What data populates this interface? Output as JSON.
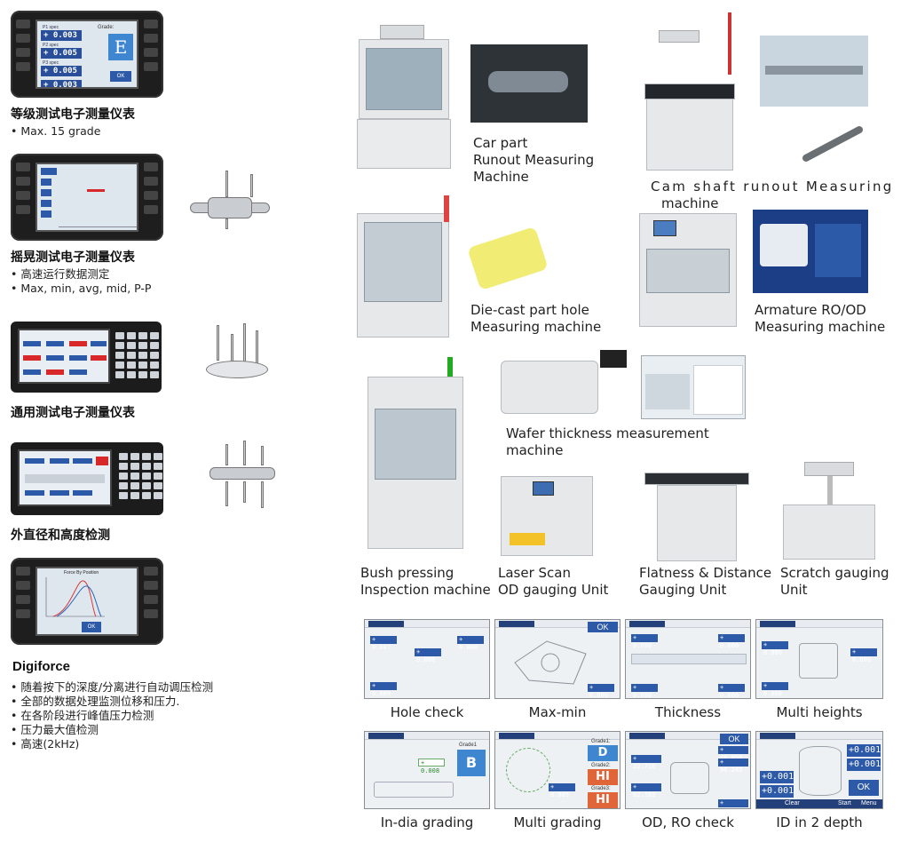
{
  "left": {
    "s1": {
      "title": "等级测试电子测量仪表",
      "bullets": [
        "Max. 15 grade"
      ],
      "device": {
        "header": "Grade:",
        "grade": "E",
        "readouts": [
          "+ 0.003",
          "+ 0.005",
          "+ 0.005",
          "+ 0.003"
        ],
        "button": "OK"
      }
    },
    "s2": {
      "title": "摇晃测试电子测量仪表",
      "bullets": [
        "高速运行数据测定",
        "Max, min, avg, mid, P-P"
      ]
    },
    "s3": {
      "title": "通用测试电子测量仪表"
    },
    "s4": {
      "title": "外直径和高度检测"
    },
    "s5": {
      "title": "Digiforce",
      "device": {
        "header": "Force By Position",
        "button": "OK"
      },
      "bullets": [
        "随着按下的深度/分离进行自动调压检测",
        "全部的数据处理监测位移和压力.",
        "在各阶段进行峰值压力检测",
        "压力最大值检测",
        "高速(2kHz)"
      ]
    }
  },
  "machines": {
    "car_runout": "Car part\nRunout Measuring\nMachine",
    "cam_shaft": "Cam shaft runout Measuring",
    "cam_shaft_2": "machine",
    "die_cast": "Die-cast part hole\nMeasuring machine",
    "armature": "Armature RO/OD\nMeasuring machine",
    "wafer": "Wafer thickness measurement\nmachine",
    "bush": "Bush pressing\nInspection machine",
    "laser": "Laser Scan\nOD gauging Unit",
    "flatness": "Flatness & Distance\nGauging Unit",
    "scratch": "Scratch gauging\nUnit"
  },
  "screens": {
    "row1": [
      {
        "caption": "Hole check",
        "values": [
          "+ 0.007",
          "+ 0.008",
          "+ 0.006",
          "+ 0.009"
        ]
      },
      {
        "caption": "Max-min",
        "button": "OK",
        "values": [
          "+ 0.000"
        ]
      },
      {
        "caption": "Thickness",
        "values": [
          "+ 0.000",
          "+ 0.000",
          "+ 0.000",
          "+ 0.000"
        ]
      },
      {
        "caption": "Multi heights",
        "values": [
          "+ 0.000",
          "+ 0.000",
          "+ 0.000"
        ]
      }
    ],
    "row2": [
      {
        "caption": "In-dia grading",
        "header": "Grade1",
        "grade": "B",
        "values": [
          "+ 0.008"
        ]
      },
      {
        "caption": "Multi grading",
        "grades": [
          "D",
          "HI",
          "HI"
        ],
        "grade_labels": [
          "Grade1:",
          "Grade2:",
          "Grade3:"
        ],
        "values": [
          "+ 0.005"
        ]
      },
      {
        "caption": "OD, RO check",
        "button": "OK",
        "values": [
          "+ 40.058",
          "+ 22.710",
          "+ 96.243",
          "+ 82.183",
          "+ 20.471"
        ]
      },
      {
        "caption": "ID in 2 depth",
        "values": [
          "+0.001",
          "+0.001",
          "+0.001",
          "+0.001"
        ],
        "button": "OK",
        "footer": [
          "Clear",
          "Start",
          "Menu"
        ]
      }
    ]
  },
  "colors": {
    "screen_blue": "#2d5aa8",
    "grade_blue": "#3f86d0",
    "grade_orange": "#e0663a",
    "alert_red": "#d8282a"
  }
}
